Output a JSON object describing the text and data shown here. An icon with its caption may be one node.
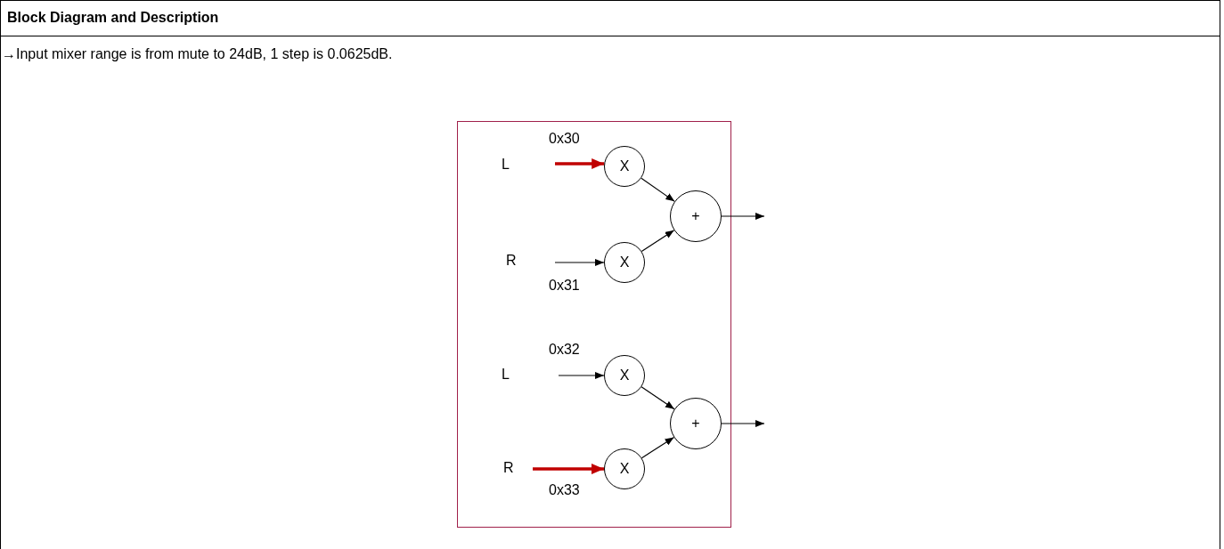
{
  "diagram": {
    "title": "Block Diagram and Description",
    "nodes": [
      {
        "text": [],
        "shape": "box"
      },
      {
        "text": [
          "X"
        ],
        "in": 0
      },
      {
        "text": [
          "X"
        ],
        "in": 0
      },
      {
        "text": [
          "+"
        ],
        "in": 0
      },
      {
        "text": [
          "X"
        ],
        "in": 0
      },
      {
        "text": [
          "X"
        ],
        "in": 0
      },
      {
        "text": [
          "+"
        ],
        "in": 0
      }
    ],
    "edges": [
      {
        "from": null,
        "to": 1,
        "arrow": "to",
        "label": "0x30",
        "style": "thick",
        "color": "#c00000"
      },
      {
        "from": null,
        "to": 2,
        "arrow": "to",
        "label": "0x31"
      },
      {
        "from": 1,
        "to": 3,
        "arrow": "to"
      },
      {
        "from": 2,
        "to": 3,
        "arrow": "to"
      },
      {
        "from": 3,
        "to": null,
        "arrow": "to"
      },
      {
        "from": null,
        "to": 4,
        "arrow": "to",
        "label": "0x32"
      },
      {
        "from": null,
        "to": 5,
        "arrow": "to",
        "label": "0x33",
        "style": "thick",
        "color": "#c00000"
      },
      {
        "from": 4,
        "to": 6,
        "arrow": "to"
      },
      {
        "from": 5,
        "to": 6,
        "arrow": "to"
      },
      {
        "from": 6,
        "to": null,
        "arrow": "to"
      }
    ],
    "labels": [
      "→Input mixer range is from mute to 24dB, 1 step is 0.0625dB.",
      "L",
      "R",
      "L",
      "R"
    ]
  }
}
